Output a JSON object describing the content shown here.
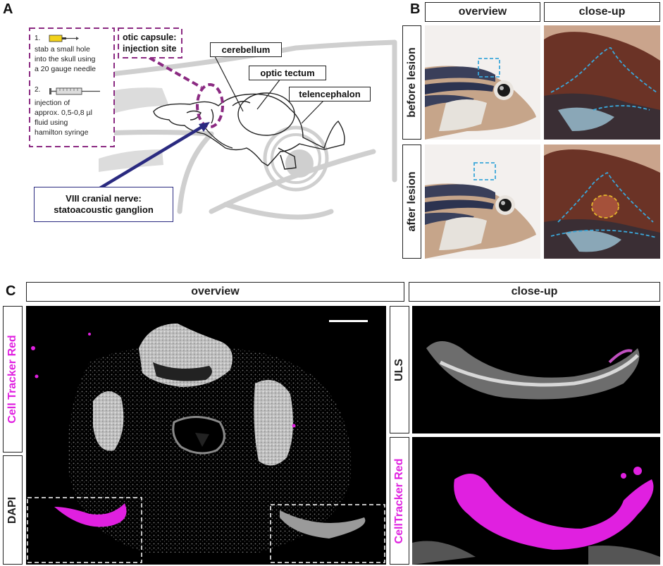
{
  "panel_a": {
    "label": "A",
    "protocol_step1_num": "1.",
    "protocol_step1_text": [
      "stab a small hole",
      "into the skull using",
      "a 20 gauge needle"
    ],
    "protocol_step2_num": "2.",
    "protocol_step2_text": [
      "injection of",
      "approx. 0,5-0,8 µl",
      "fluid using",
      "hamilton syringe"
    ],
    "injection_site_line1": "otic capsule:",
    "injection_site_line2": "injection site",
    "cerebellum": "cerebellum",
    "optic_tectum": "optic tectum",
    "telencephalon": "telencephalon",
    "nerve_line1": "VIII cranial nerve:",
    "nerve_line2": "statoacoustic ganglion",
    "colors": {
      "injection": "#8b2a82",
      "nerve": "#2a2a80",
      "needle": "#f2d21a"
    }
  },
  "panel_b": {
    "label": "B",
    "col_overview": "overview",
    "col_closeup": "close-up",
    "row_before": "before lesion",
    "row_after": "after lesion",
    "colors": {
      "outline": "#3ba7d9",
      "lesion": "#e3b52a"
    }
  },
  "panel_c": {
    "label": "C",
    "col_overview": "overview",
    "col_closeup": "close-up",
    "side_celltracker": "Cell Tracker Red",
    "side_dapi": "DAPI",
    "row_uls": "ULS",
    "row_celltracker": "CellTracker Red",
    "colors": {
      "magenta": "#e020e0"
    }
  }
}
